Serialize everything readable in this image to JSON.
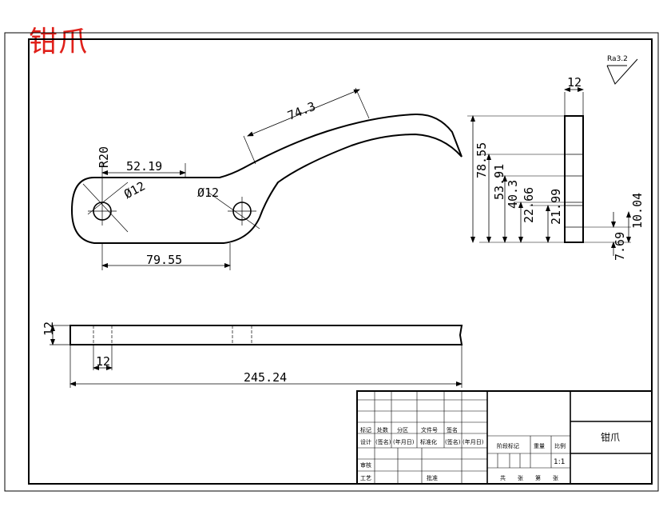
{
  "title": "钳爪",
  "roughness": "Ra3.2",
  "dims": {
    "d743": "74.3",
    "d5219": "52.19",
    "r20": "R20",
    "dia12a": "Ø12",
    "dia12b": "Ø12",
    "d7955": "79.55",
    "v7855": "78.55",
    "v5391": "53.91",
    "v403": "40.3",
    "v2266": "22.66",
    "v2199": "21.99",
    "v769": "7.69",
    "v1004": "10.04",
    "top12": "12",
    "side12": "12",
    "bot12": "12",
    "d24524": "245.24"
  },
  "titleblock": {
    "row_labels": [
      "标记",
      "处数",
      "分区",
      "文件号",
      "签名"
    ],
    "row2": [
      "设计",
      "(签名)",
      "(年月日)",
      "标准化",
      "(签名)",
      "(年月日)"
    ],
    "review": "审核",
    "process": "工艺",
    "approve": "批准",
    "stage_mark": "阶段标记",
    "weight": "重量",
    "scale_label": "比例",
    "scale": "1:1",
    "sheets": "共　张　第　张",
    "part_name": "钳爪"
  }
}
